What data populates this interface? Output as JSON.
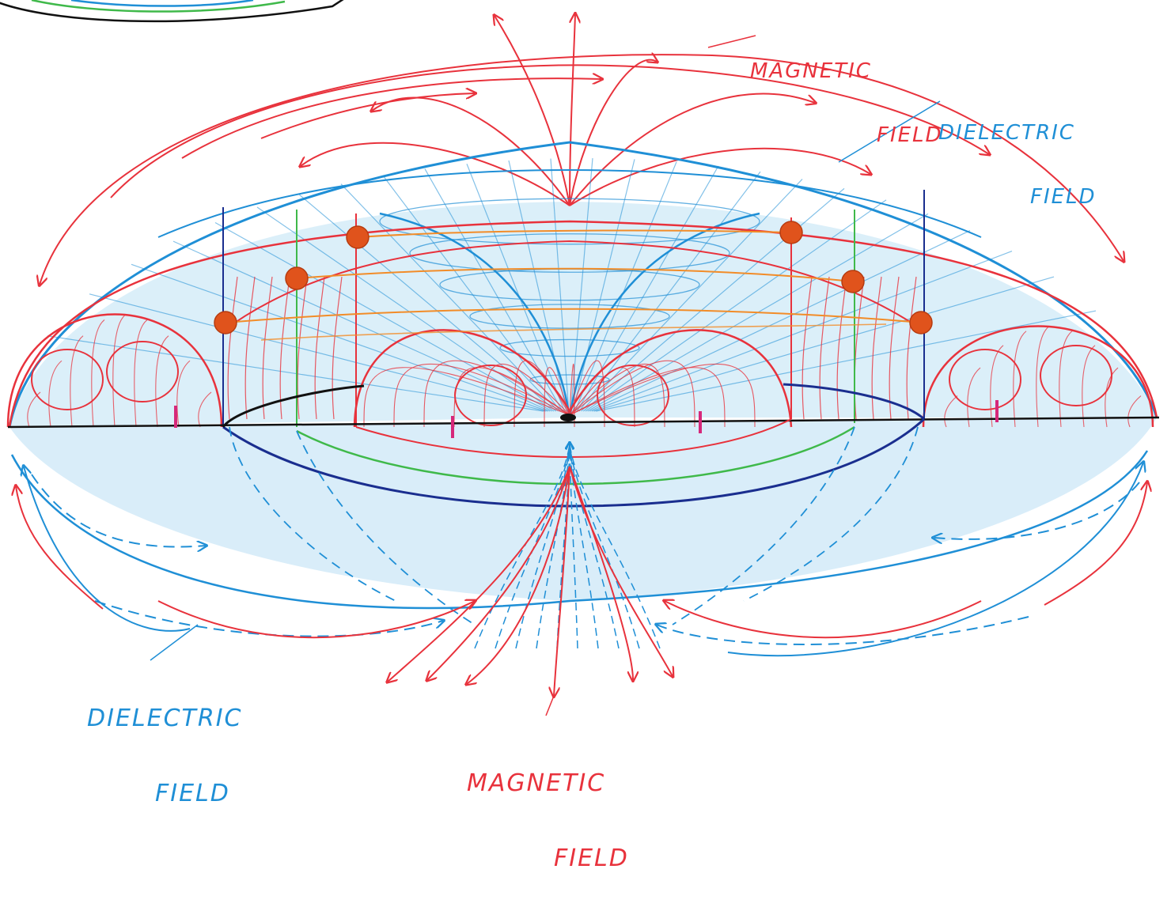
{
  "labels": {
    "magnetic_top": {
      "line1": "MAGNETIC",
      "line2": "FIELD"
    },
    "dielectric_top": {
      "line1": "DIELECTRIC",
      "line2": "FIELD"
    },
    "dielectric_bottom": {
      "line1": "DIELECTRIC",
      "line2": "FIELD"
    },
    "magnetic_bottom": {
      "line1": "MAGNETIC",
      "line2": "FIELD"
    }
  },
  "colors": {
    "magnetic": "#e8323c",
    "dielectric": "#1f8fd6",
    "dielectric_fill": "#cfe9f7",
    "navy": "#1a2e8f",
    "green": "#3fb94a",
    "orange": "#f28c28",
    "charge": "#e0531c",
    "marker": "#d6287a",
    "axis": "#111111"
  }
}
